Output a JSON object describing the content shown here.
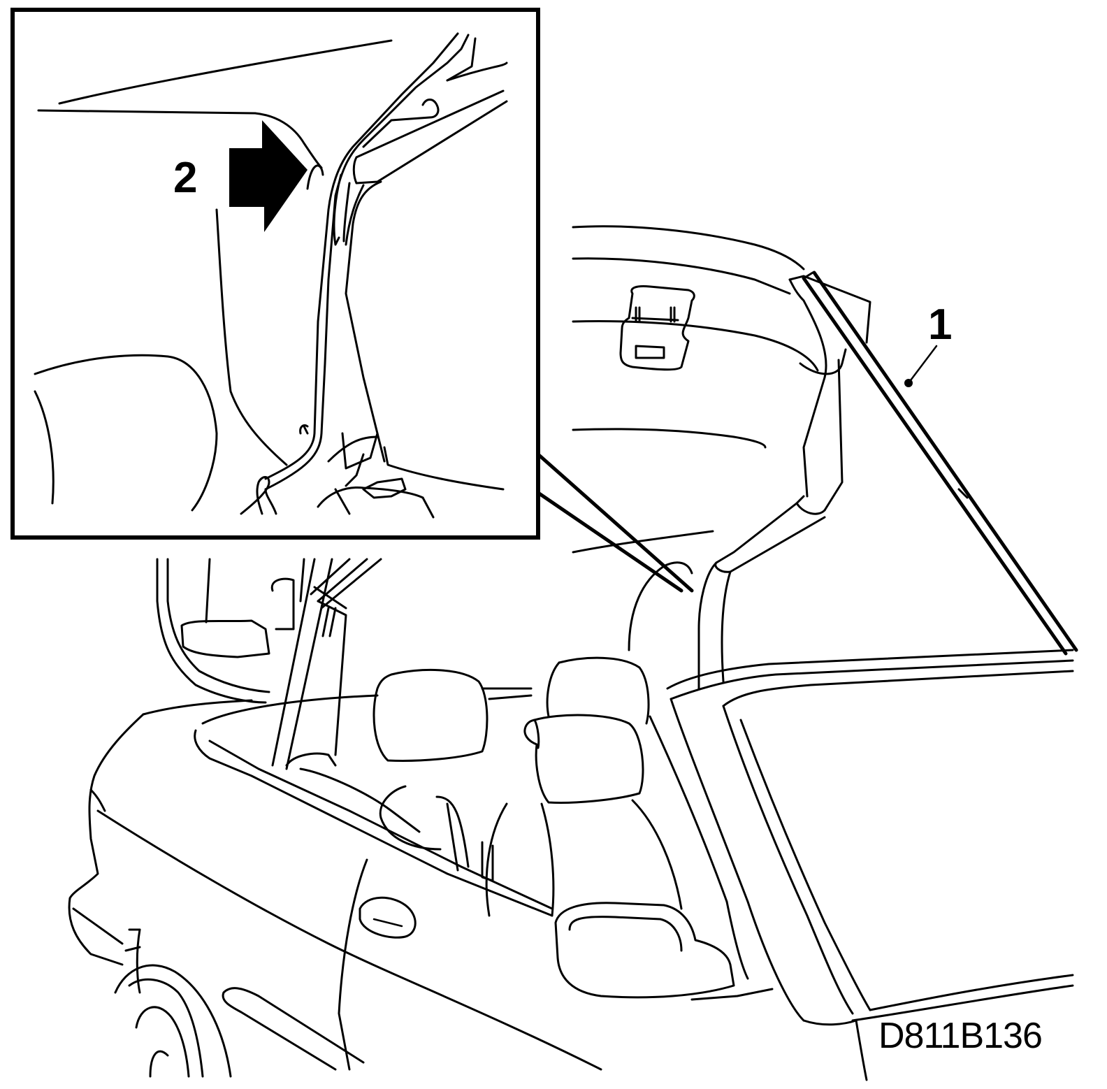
{
  "figure": {
    "callouts": [
      {
        "id": "1",
        "label": "1"
      },
      {
        "id": "2",
        "label": "2"
      }
    ],
    "drawing_code": "D811B136"
  },
  "colors": {
    "line": "#000000",
    "background": "#ffffff"
  },
  "icons": {
    "arrow": "arrow-right-icon"
  }
}
